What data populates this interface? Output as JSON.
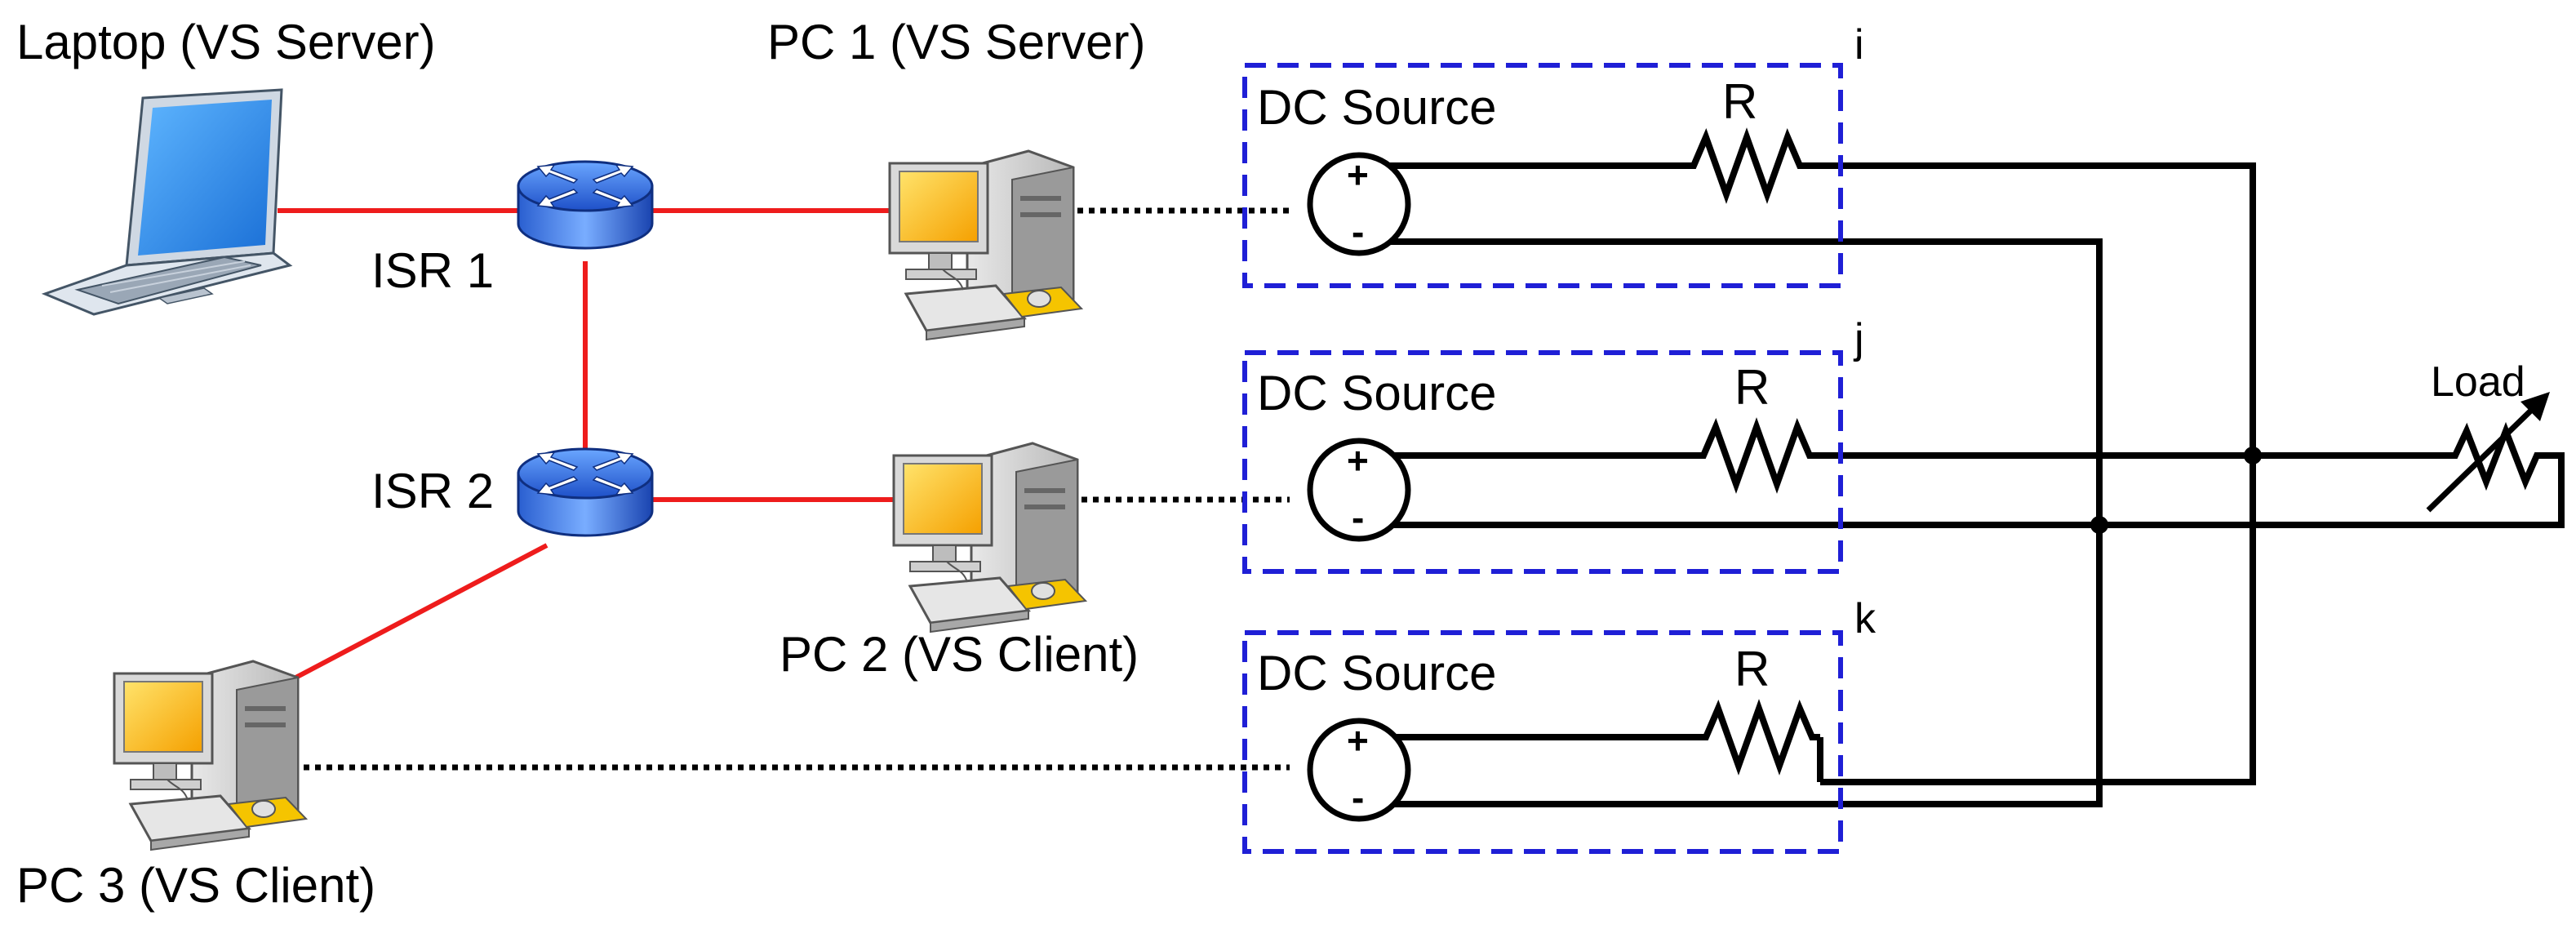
{
  "devices": {
    "laptop": "Laptop (VS Server)",
    "isr1": "ISR 1",
    "isr2": "ISR 2",
    "pc1": "PC 1 (VS Server)",
    "pc2": "PC 2 (VS Client)",
    "pc3": "PC 3 (VS Client)"
  },
  "sources": [
    {
      "title": "DC Source",
      "resistor": "R",
      "plus": "+",
      "minus": "-",
      "tag": "i"
    },
    {
      "title": "DC Source",
      "resistor": "R",
      "plus": "+",
      "minus": "-",
      "tag": "j"
    },
    {
      "title": "DC Source",
      "resistor": "R",
      "plus": "+",
      "minus": "-",
      "tag": "k"
    }
  ],
  "load": "Load",
  "colors": {
    "network_link": "#ee1c1c",
    "module_border": "#1f1fd6",
    "router": "#1e50c8",
    "screen": "#f5a800"
  },
  "icons": {
    "laptop": "laptop-icon",
    "router": "router-icon",
    "pc": "desktop-pc-icon",
    "source": "dc-voltage-source-symbol",
    "resistor": "resistor-symbol",
    "load": "variable-resistor-symbol"
  }
}
